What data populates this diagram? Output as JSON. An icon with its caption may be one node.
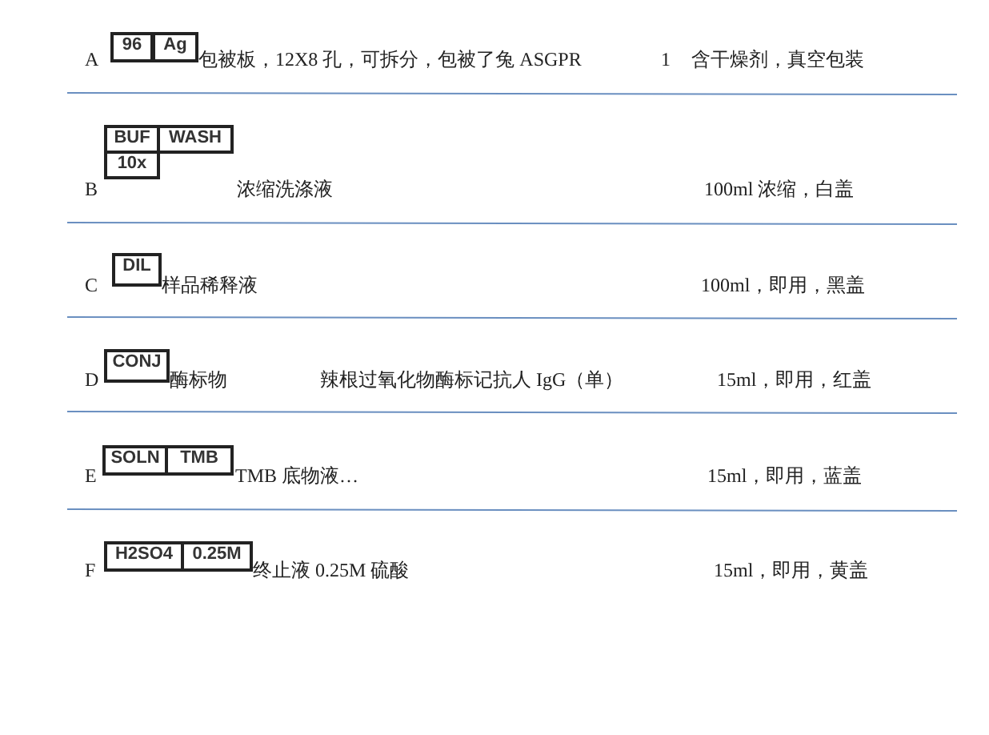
{
  "diagram": {
    "nodes": [
      {
        "text": [
          "96"
        ]
      },
      {
        "text": [
          "Ag"
        ]
      },
      {
        "text": [
          "BUF"
        ]
      },
      {
        "text": [
          "WASH"
        ]
      },
      {
        "text": [
          "10x"
        ]
      },
      {
        "text": [
          "DIL"
        ]
      },
      {
        "text": [
          "CONJ"
        ]
      },
      {
        "text": [
          "SOLN"
        ]
      },
      {
        "text": [
          "TMB"
        ]
      },
      {
        "text": [
          "H2SO4"
        ]
      },
      {
        "text": [
          "0.25M"
        ]
      }
    ],
    "labels": [
      "A",
      "包被板，12X8 孔，可拆分，包被了兔 ASGPR",
      "1",
      "含干燥剂，真空包装",
      "B",
      "浓缩洗涤液",
      "100ml 浓缩，白盖",
      "C",
      "样品稀释液",
      "100ml，即用，黑盖",
      "D",
      "酶标物",
      "辣根过氧化物酶标记抗人 IgG（单）",
      "15ml，即用，红盖",
      "E",
      "TMB 底物液…",
      "15ml，即用，蓝盖",
      "F",
      "终止液 0.25M 硫酸",
      "15ml，即用，黄盖"
    ]
  }
}
